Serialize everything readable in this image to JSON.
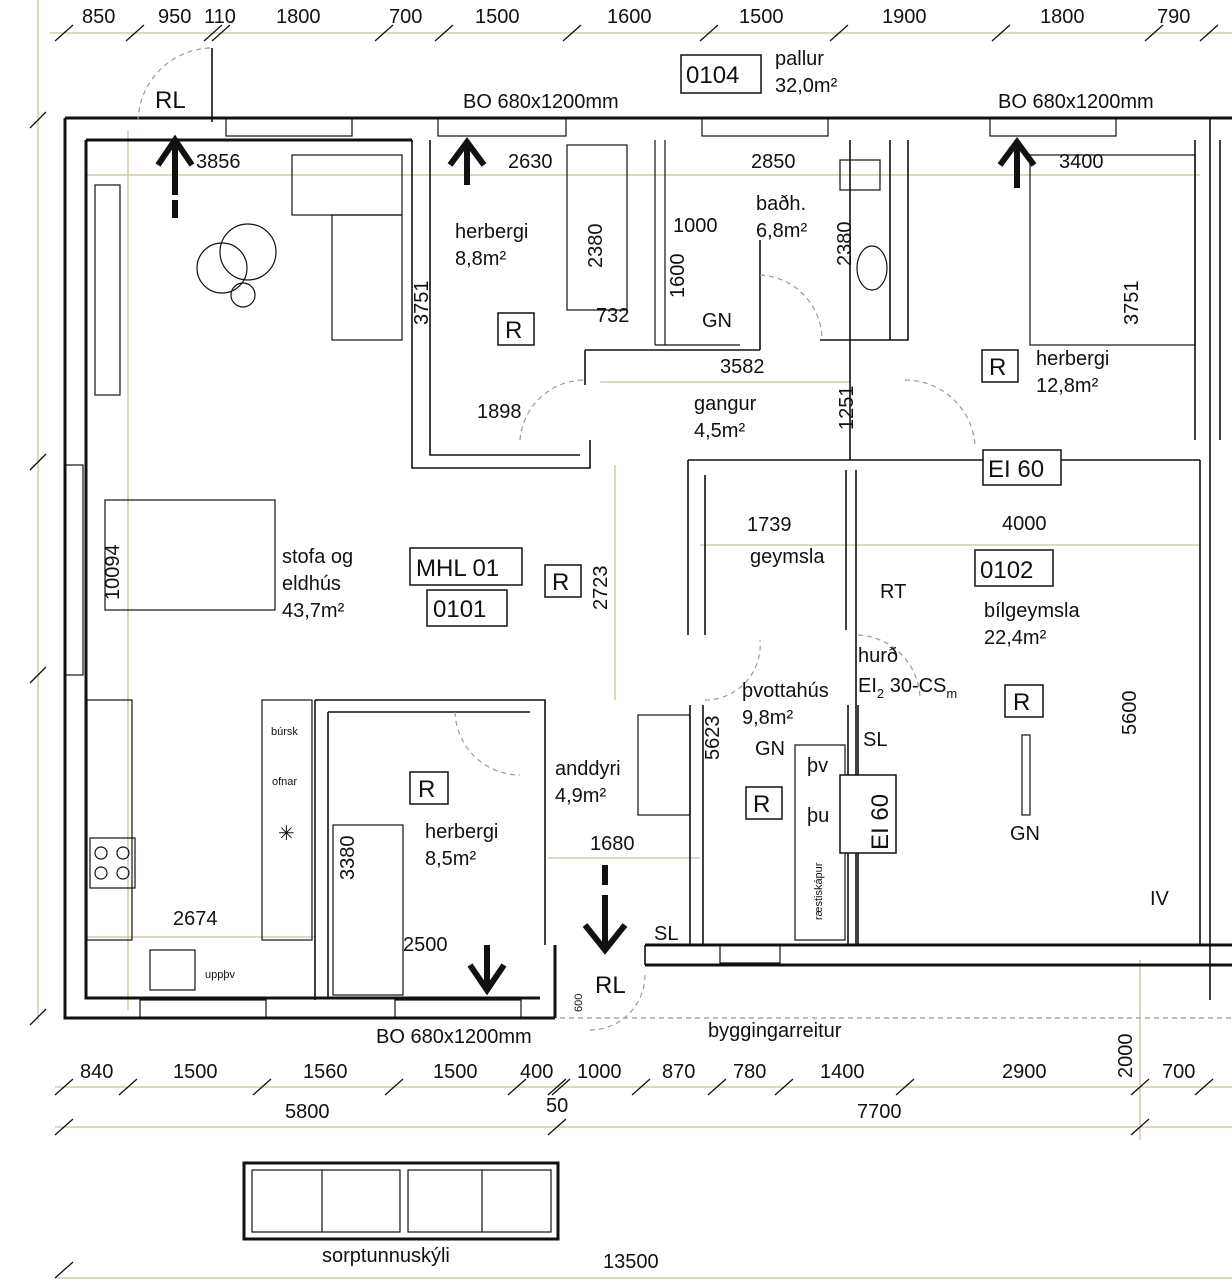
{
  "top_dimensions": [
    "850",
    "950",
    "110",
    "1800",
    "700",
    "1500",
    "1600",
    "1500",
    "1900",
    "1800",
    "790"
  ],
  "bottom_dimensions_row1": [
    "840",
    "1500",
    "1560",
    "1500",
    "400",
    "1000",
    "870",
    "780",
    "1400",
    "2900",
    "700"
  ],
  "bottom_dimensions_row2": [
    "5800",
    "50",
    "7700"
  ],
  "vertical_right_dimension": "2000",
  "total_dimension": "13500",
  "rooms": {
    "pallur": {
      "name": "pallur",
      "area": "32,0m²",
      "code": "0104"
    },
    "stofa": {
      "name_line1": "stofa og",
      "name_line2": "eldhús",
      "area": "43,7m²"
    },
    "herbergi_1": {
      "name": "herbergi",
      "area": "8,8m²"
    },
    "badh": {
      "name": "baðh.",
      "area": "6,8m²"
    },
    "herbergi_2": {
      "name": "herbergi",
      "area": "12,8m²"
    },
    "gangur": {
      "name": "gangur",
      "area": "4,5m²"
    },
    "geymsla": {
      "name": "geymsla"
    },
    "bilgeymsla": {
      "name": "bílgeymsla",
      "area": "22,4m²",
      "code": "0102"
    },
    "thvottahus": {
      "name": "þvottahús",
      "area": "9,8m²"
    },
    "anddyri": {
      "name": "anddyri",
      "area": "4,9m²"
    },
    "herbergi_3": {
      "name": "herbergi",
      "area": "8,5m²"
    }
  },
  "labels": {
    "mhl": "MHL 01",
    "unit": "0101",
    "rl": "RL",
    "window": "BO 680x1200mm",
    "fire_rating": "EI 60",
    "r": "R",
    "rt": "RT",
    "door_label": "hurð",
    "door_rating_main": "EI",
    "door_rating_sub": "2",
    "door_rating_rest": " 30-CS",
    "door_rating_m": "m",
    "sl": "SL",
    "gn": "GN",
    "washer": "þv",
    "dryer": "þu",
    "cleaning_closet": "ræstiskápur",
    "pantry": "búrsk",
    "ovens": "ofnar",
    "dishwasher": "uppþv",
    "building_area": "byggingarreitur",
    "bin_shelter": "sorptunnuskýli",
    "iv": "IV"
  },
  "inner_dimensions": {
    "d3856": "3856",
    "d2630": "2630",
    "d2850": "2850",
    "d3400": "3400",
    "d2380a": "2380",
    "d1000": "1000",
    "d2380b": "2380",
    "d1600": "1600",
    "d732": "732",
    "d3751a": "3751",
    "d3751b": "3751",
    "d3582": "3582",
    "d1251": "1251",
    "d1898": "1898",
    "d1739": "1739",
    "d2723": "2723",
    "d4000": "4000",
    "d10094": "10094",
    "d5623": "5623",
    "d5600": "5600",
    "d1680": "1680",
    "d3380": "3380",
    "d2500": "2500",
    "d2674": "2674",
    "d600": "600"
  }
}
